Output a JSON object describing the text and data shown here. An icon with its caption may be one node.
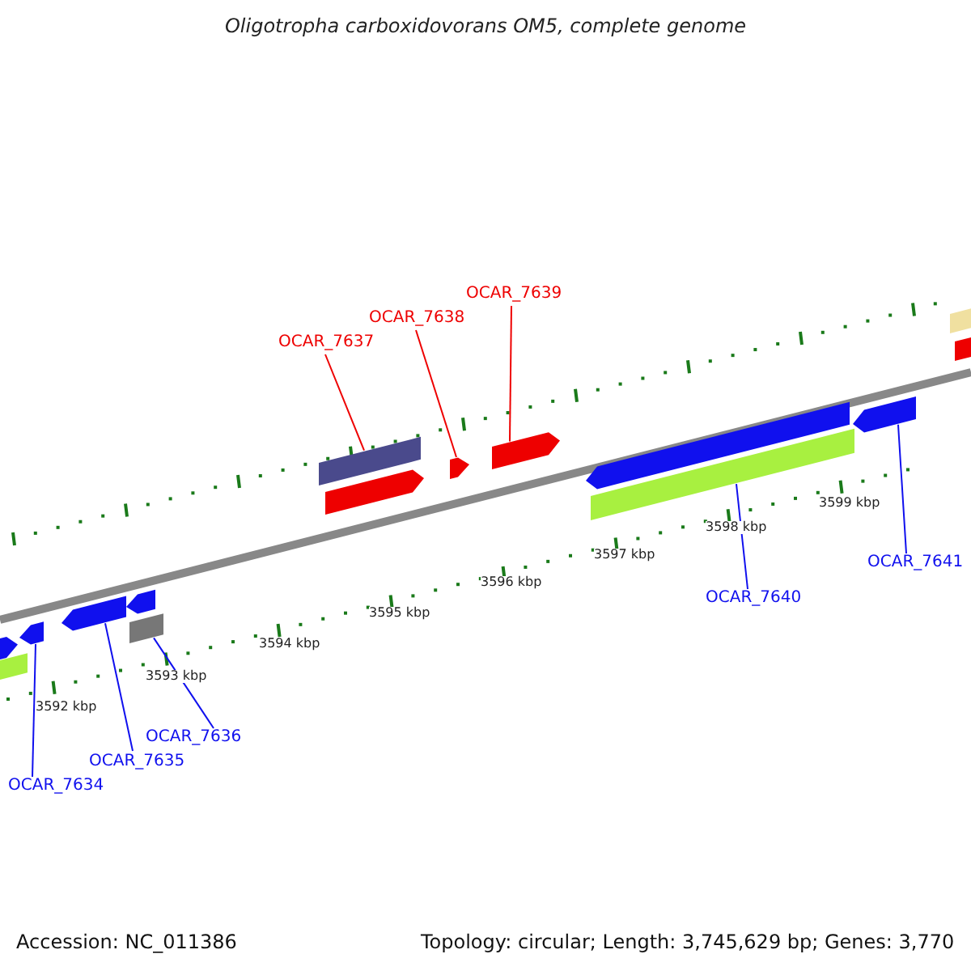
{
  "diagram": {
    "title": "Oligotropha carboxidovorans OM5, complete genome",
    "nodes": [
      {
        "text": [
          "OCAR_7639"
        ]
      },
      {
        "text": [
          "OCAR_7638"
        ]
      },
      {
        "text": [
          "OCAR_7637"
        ]
      },
      {
        "text": [
          "OCAR_7641"
        ]
      },
      {
        "text": [
          "OCAR_7640"
        ]
      },
      {
        "text": [
          "OCAR_7636"
        ]
      },
      {
        "text": [
          "OCAR_7635"
        ]
      },
      {
        "text": [
          "OCAR_7634"
        ]
      },
      {
        "text": [],
        "shape": "bar"
      },
      {
        "text": [],
        "shape": "arrow"
      },
      {
        "text": [],
        "shape": "arrow"
      },
      {
        "text": [],
        "shape": "arrow"
      },
      {
        "text": [],
        "shape": "bar"
      },
      {
        "text": [],
        "shape": "arrow"
      },
      {
        "text": [],
        "shape": "bar"
      },
      {
        "text": [],
        "shape": "arrow"
      },
      {
        "text": [],
        "shape": "arrow"
      },
      {
        "text": [],
        "shape": "arrow"
      },
      {
        "text": [],
        "shape": "arrow"
      },
      {
        "text": [],
        "shape": "bar"
      },
      {
        "text": [],
        "shape": "arrow"
      },
      {
        "text": [],
        "shape": "bar"
      },
      {
        "text": [],
        "shape": "bar"
      }
    ],
    "edges": [
      {
        "from": 0,
        "to": 17,
        "arrow": "none",
        "color": "#ee0000"
      },
      {
        "from": 1,
        "to": 16,
        "arrow": "none",
        "color": "#ee0000"
      },
      {
        "from": 2,
        "to": 14,
        "arrow": "none",
        "color": "#ee0000"
      },
      {
        "from": 3,
        "to": 20,
        "arrow": "none"
      },
      {
        "from": 4,
        "to": 19,
        "arrow": "none"
      },
      {
        "from": 5,
        "to": 12,
        "arrow": "none"
      },
      {
        "from": 6,
        "to": 11,
        "arrow": "none"
      },
      {
        "from": 7,
        "to": 10,
        "arrow": "none"
      }
    ],
    "labels": [
      "3599 kbp",
      "3598 kbp",
      "3597 kbp",
      "3596 kbp",
      "3595 kbp",
      "3594 kbp",
      "3593 kbp",
      "3592 kbp",
      "Accession: NC_011386",
      "Topology: circular; Length: 3,745,629 bp; Genes: 3,770"
    ]
  }
}
